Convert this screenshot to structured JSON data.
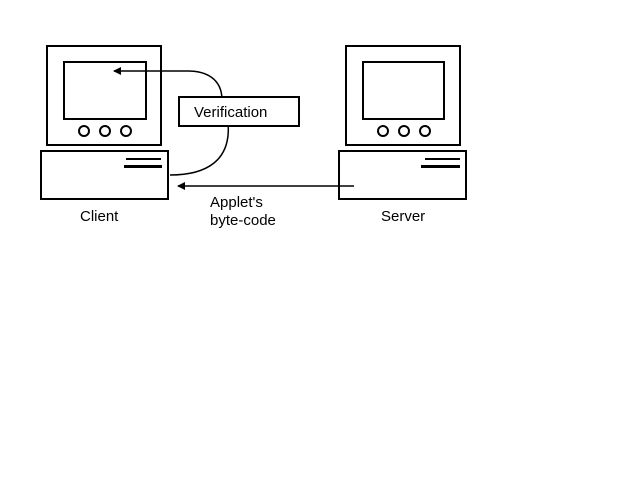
{
  "labels": {
    "client": "Client",
    "server": "Server",
    "verification": "Verification",
    "bytecode_line1": "Applet's",
    "bytecode_line2": "byte-code"
  }
}
